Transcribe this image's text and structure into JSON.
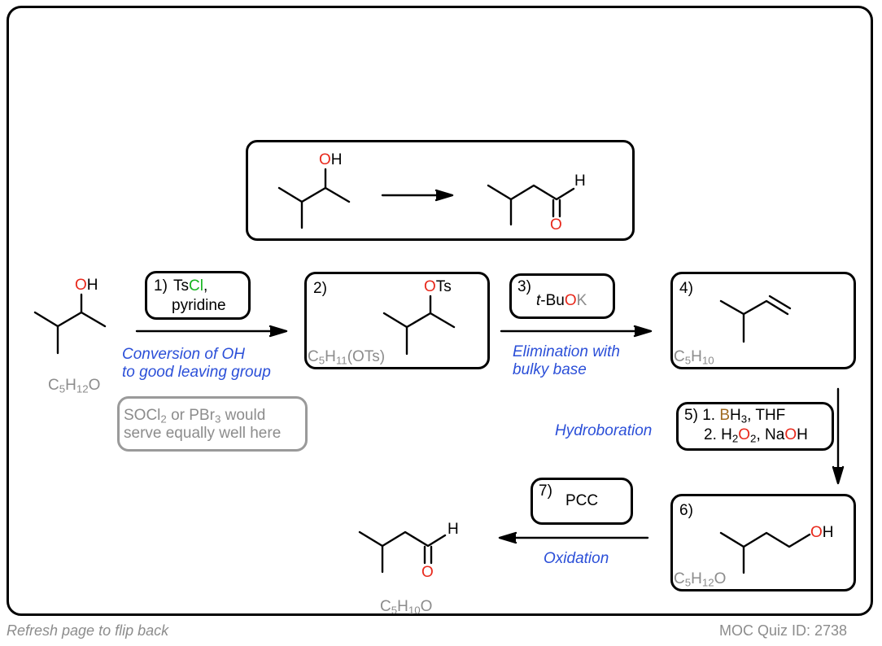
{
  "title_box": {
    "start": {
      "oh_o": "O",
      "oh_h": "H"
    },
    "product": {
      "h": "H",
      "o": "O"
    }
  },
  "reactant": {
    "oh_o": "O",
    "oh_h": "H",
    "formula": {
      "c": "C",
      "c_n": "5",
      "h": "H",
      "h_n": "12",
      "o": "O"
    }
  },
  "step1": {
    "number": "1)",
    "reagent_ts": "Ts",
    "reagent_cl": "Cl",
    "reagent_comma": ",",
    "reagent_line2": "pyridine",
    "note_line1": "Conversion of OH",
    "note_line2": "to good leaving group"
  },
  "alt_note": {
    "line1_a": "SOCl",
    "line1_sub1": "2",
    "line1_b": " or PBr",
    "line1_sub2": "3",
    "line1_c": " would",
    "line2": "serve equally well here"
  },
  "step2": {
    "number": "2)",
    "ots_o": "O",
    "ots_ts": "Ts",
    "formula": {
      "c": "C",
      "c_n": "5",
      "h": "H",
      "h_n": "11",
      "rest": "(OTs)"
    }
  },
  "step3": {
    "number": "3)",
    "reagent_t": "t",
    "reagent_bu": "-Bu",
    "reagent_o": "O",
    "reagent_k": "K",
    "note_line1": "Elimination with",
    "note_line2": "bulky base"
  },
  "step4": {
    "number": "4)",
    "formula": {
      "c": "C",
      "c_n": "5",
      "h": "H",
      "h_n": "10"
    }
  },
  "step5": {
    "number": "5)",
    "line1_a": "1. ",
    "line1_b": "B",
    "line1_c": "H",
    "line1_sub": "3",
    "line1_d": ", THF",
    "line2_a": "2. H",
    "line2_sub1": "2",
    "line2_o": "O",
    "line2_sub2": "2",
    "line2_b": ", Na",
    "line2_o2": "O",
    "line2_h": "H",
    "note": "Hydroboration"
  },
  "step6": {
    "number": "6)",
    "oh_o": "O",
    "oh_h": "H",
    "formula": {
      "c": "C",
      "c_n": "5",
      "h": "H",
      "h_n": "12",
      "o": "O"
    }
  },
  "step7": {
    "number": "7)",
    "reagent": "PCC",
    "note": "Oxidation"
  },
  "final_product": {
    "h": "H",
    "o": "O",
    "formula": {
      "c": "C",
      "c_n": "5",
      "h": "H",
      "h_n": "10",
      "o": "O"
    }
  },
  "footer": {
    "left": "Refresh page to flip back",
    "right": "MOC Quiz ID: 2738"
  },
  "colors": {
    "oxygen": "#e8291c",
    "chlorine": "#16b41f",
    "boron": "#a06a1f",
    "note_blue": "#2b4fd8",
    "muted_gray": "#8c8c8c"
  }
}
